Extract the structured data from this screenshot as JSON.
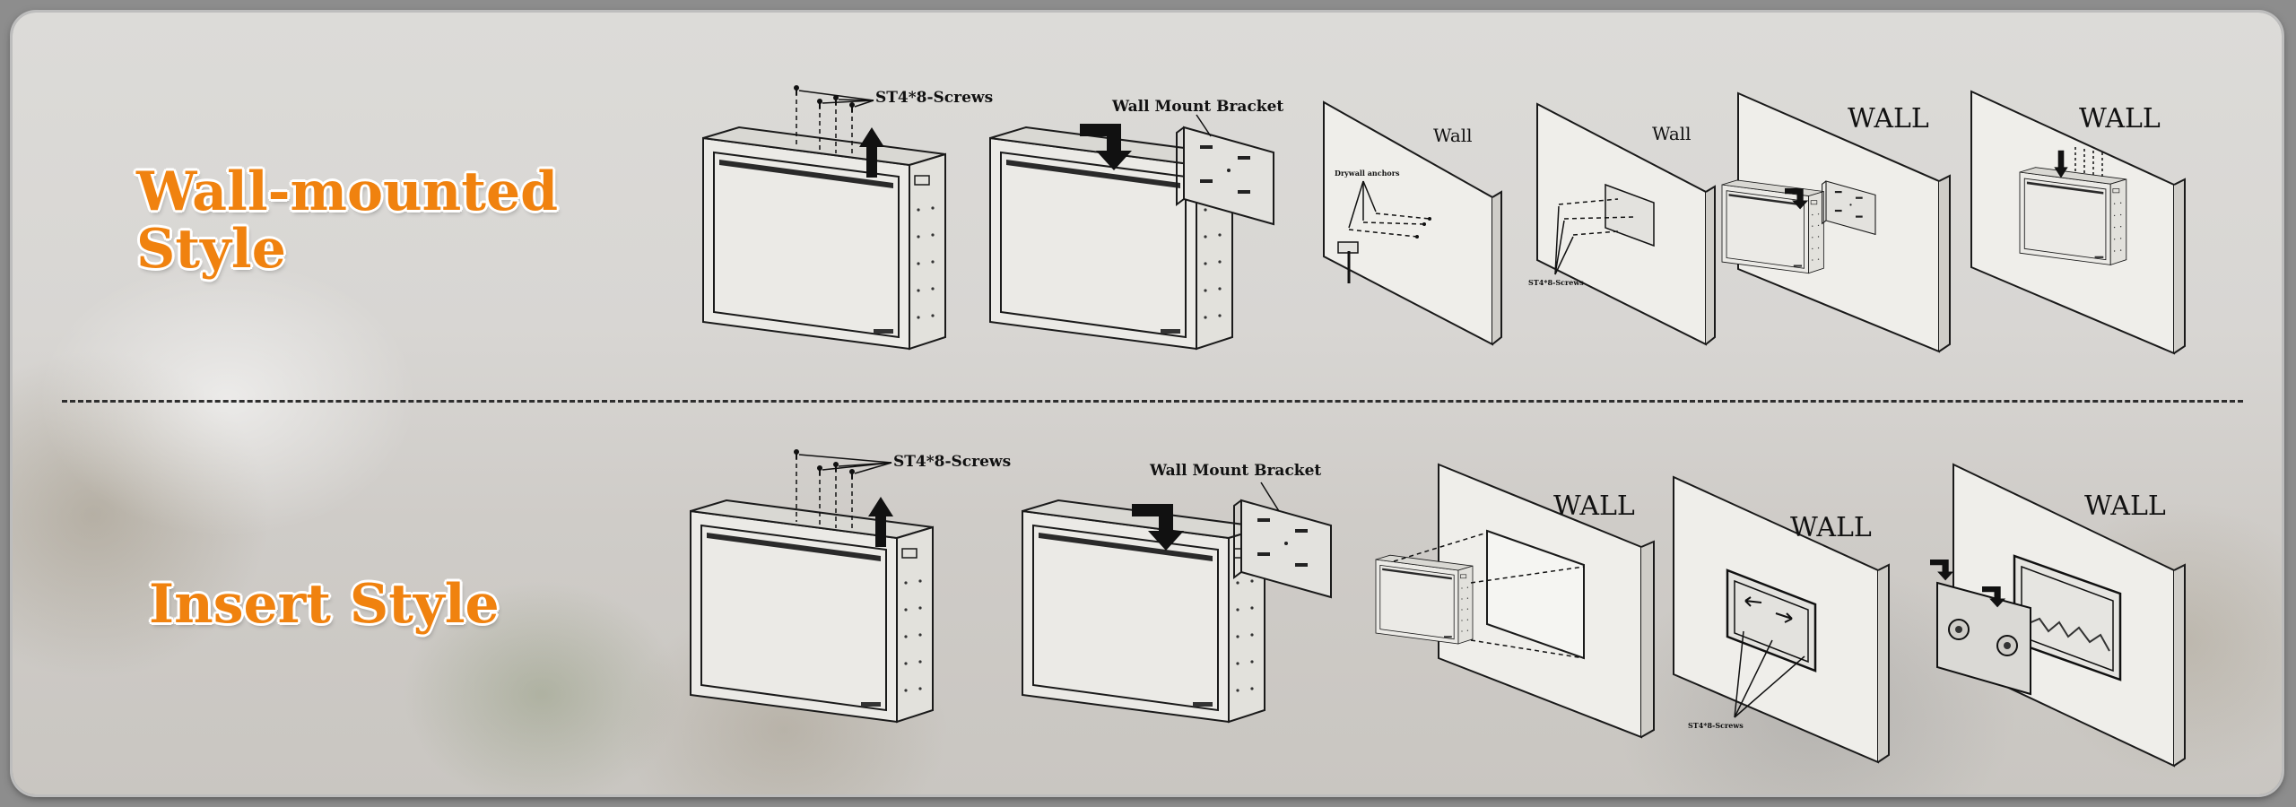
{
  "wall_section": {
    "title_line1": "Wall-mounted",
    "title_line2": "Style",
    "screws_label": "ST4*8-Screws",
    "bracket_label": "Wall Mount Bracket",
    "wall_label_small_1": "Wall",
    "wall_label_small_2": "Wall",
    "wall_label_large_1": "WALL",
    "wall_label_large_2": "WALL",
    "anchors_label": "Drywall anchors",
    "screws_small_label": "ST4*8-Screws"
  },
  "insert_section": {
    "title": "Insert Style",
    "screws_label": "ST4*8-Screws",
    "bracket_label": "Wall Mount Bracket",
    "wall_label_1": "WALL",
    "wall_label_2": "WALL",
    "wall_label_3": "WALL",
    "screws_small_label": "ST4*8-Screws"
  },
  "colors": {
    "accent": "#f0820f",
    "line": "#1a1a1a"
  }
}
